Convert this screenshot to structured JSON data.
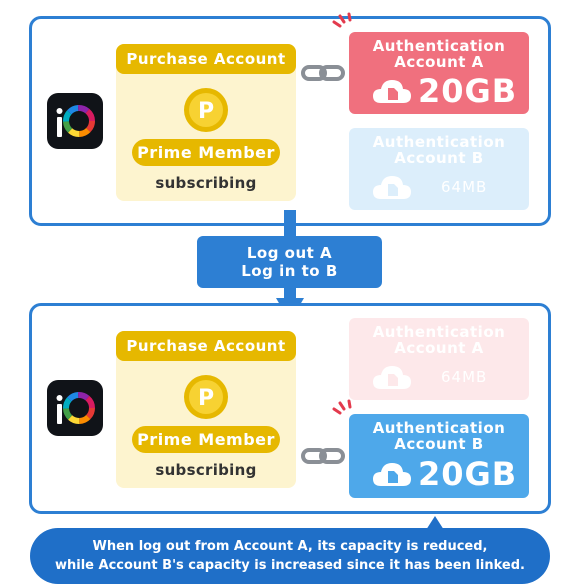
{
  "purchase": {
    "header": "Purchase Account",
    "coin_letter": "P",
    "prime_label": "Prime Member",
    "status": "subscribing"
  },
  "top": {
    "active_auth": {
      "title_line1": "Authentication",
      "title_line2": "Account A",
      "capacity": "20GB",
      "color": "#f0707e"
    },
    "inactive_auth": {
      "title_line1": "Authentication",
      "title_line2": "Account B",
      "capacity": "64MB",
      "color": "#dceefb"
    }
  },
  "steps": {
    "line1": "Log out A",
    "line2": "Log in to B"
  },
  "bottom": {
    "inactive_auth": {
      "title_line1": "Authentication",
      "title_line2": "Account A",
      "capacity": "64MB",
      "color": "#fde8ea"
    },
    "active_auth": {
      "title_line1": "Authentication",
      "title_line2": "Account B",
      "capacity": "20GB",
      "color": "#4ea8ea"
    }
  },
  "note": {
    "line1": "When log out from Account A, its capacity is reduced,",
    "line2": "while Account B's capacity is increased since it has been linked."
  },
  "colors": {
    "accent_blue": "#2d7fd3",
    "gold": "#e6b800",
    "cream": "#fdf4cf"
  },
  "icons": [
    "app-icon",
    "coin-icon",
    "link-icon",
    "cloud-icon",
    "spark-icon"
  ]
}
